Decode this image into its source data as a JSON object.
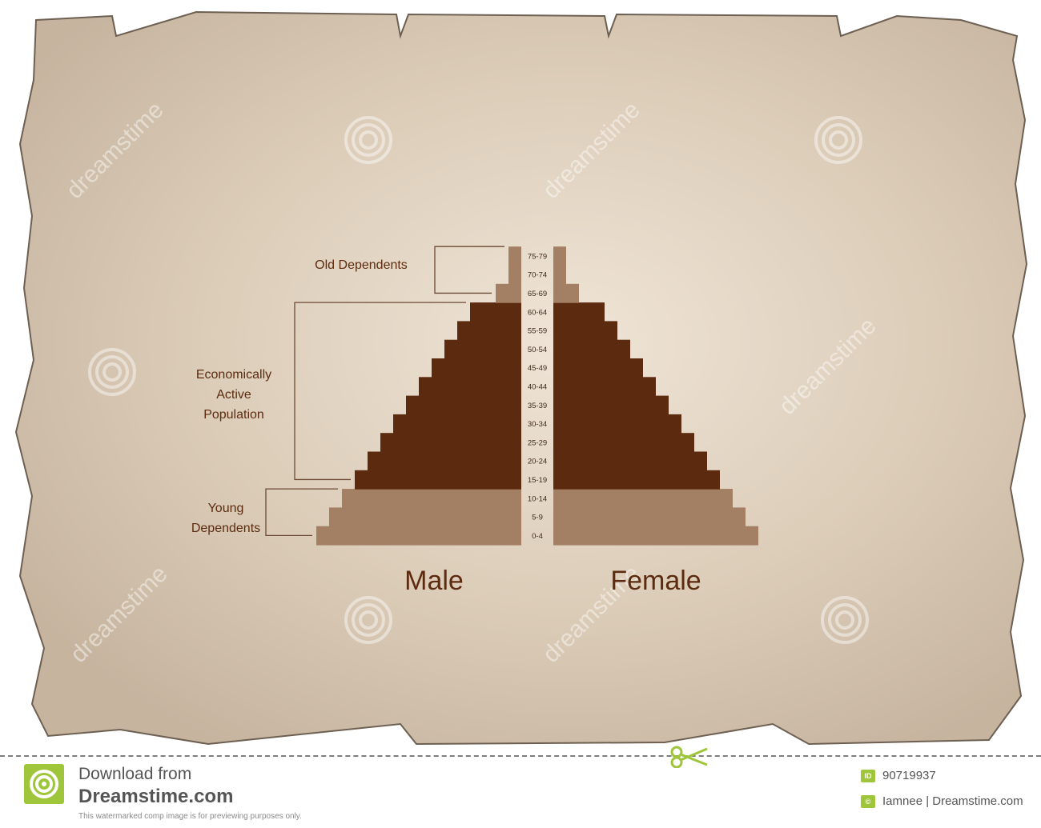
{
  "chart_data": {
    "type": "bar",
    "subtype": "population-pyramid",
    "categories": [
      "0-4",
      "5-9",
      "10-14",
      "15-19",
      "20-24",
      "25-29",
      "30-34",
      "35-39",
      "40-44",
      "45-49",
      "50-54",
      "55-59",
      "60-64",
      "65-69",
      "70-74",
      "75-79"
    ],
    "series": [
      {
        "name": "Male",
        "values": [
          16,
          15,
          14,
          13,
          12,
          11,
          10,
          9,
          8,
          7,
          6,
          5,
          4,
          2,
          1,
          1
        ]
      },
      {
        "name": "Female",
        "values": [
          16,
          15,
          14,
          13,
          12,
          11,
          10,
          9,
          8,
          7,
          6,
          5,
          4,
          2,
          1,
          1
        ]
      }
    ],
    "groups": [
      {
        "label": "Young Dependents",
        "from": "0-4",
        "to": "10-14",
        "color": "#a37f64"
      },
      {
        "label": "Economically Active Population",
        "label_lines": [
          "Economically",
          "Active",
          "Population"
        ],
        "from": "15-19",
        "to": "60-64",
        "color": "#5c2b0f"
      },
      {
        "label": "Old Dependents",
        "from": "65-69",
        "to": "75-79",
        "color": "#a37f64"
      }
    ],
    "title": "",
    "xlabel": "",
    "ylabel": "",
    "legend": "none",
    "grid": false
  },
  "watermark": {
    "text": "dreamstime"
  },
  "footer": {
    "download_label": "Download from",
    "site_name": "Dreamstime.com",
    "note": "This watermarked comp image is for previewing purposes only.",
    "id_badge": "ID",
    "image_id": "90719937",
    "credit": "Iamnee | Dreamstime.com",
    "brand_color": "#9fc63b"
  }
}
